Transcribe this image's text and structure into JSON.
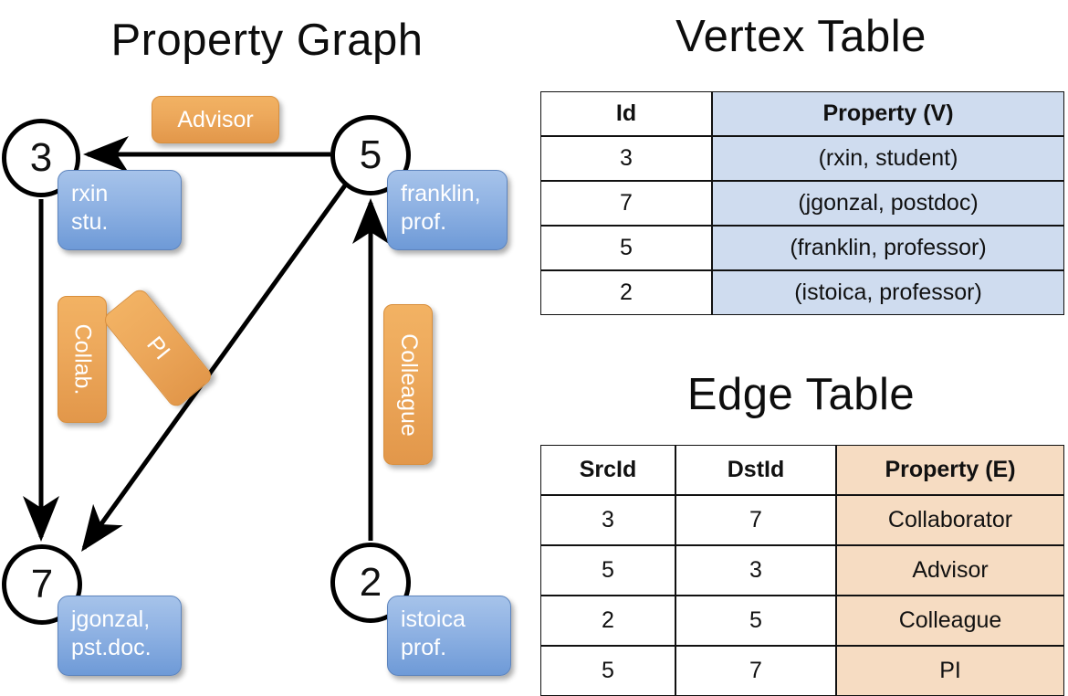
{
  "titles": {
    "property_graph": "Property Graph",
    "vertex_table": "Vertex Table",
    "edge_table": "Edge Table"
  },
  "colors": {
    "vertex_property_fill": "#cfdcef",
    "edge_property_fill": "#f6dcc2",
    "node_box_blue": "#8fb2e3",
    "edge_label_orange": "#eda95c",
    "stroke": "#111111",
    "background": "#ffffff"
  },
  "graph": {
    "nodes": [
      {
        "id": "3",
        "label": "3",
        "property_lines": [
          "rxin",
          "stu."
        ]
      },
      {
        "id": "5",
        "label": "5",
        "property_lines": [
          "franklin,",
          "prof."
        ]
      },
      {
        "id": "7",
        "label": "7",
        "property_lines": [
          "jgonzal,",
          "pst.doc."
        ]
      },
      {
        "id": "2",
        "label": "2",
        "property_lines": [
          "istoica",
          "prof."
        ]
      }
    ],
    "edge_labels": [
      {
        "name": "advisor",
        "text": "Advisor",
        "orientation": "horizontal"
      },
      {
        "name": "collab",
        "text": "Collab.",
        "orientation": "vertical"
      },
      {
        "name": "pi",
        "text": "PI",
        "orientation": "diagonal"
      },
      {
        "name": "colleague",
        "text": "Colleague",
        "orientation": "vertical"
      }
    ],
    "edges": [
      {
        "src": "5",
        "dst": "3",
        "label": "Advisor"
      },
      {
        "src": "3",
        "dst": "7",
        "label": "Collab."
      },
      {
        "src": "5",
        "dst": "7",
        "label": "PI"
      },
      {
        "src": "2",
        "dst": "5",
        "label": "Colleague"
      }
    ]
  },
  "vertex_table": {
    "headers": [
      "Id",
      "Property (V)"
    ],
    "rows": [
      {
        "id": "3",
        "property": "(rxin, student)"
      },
      {
        "id": "7",
        "property": "(jgonzal, postdoc)"
      },
      {
        "id": "5",
        "property": "(franklin, professor)"
      },
      {
        "id": "2",
        "property": "(istoica, professor)"
      }
    ]
  },
  "edge_table": {
    "headers": [
      "SrcId",
      "DstId",
      "Property (E)"
    ],
    "rows": [
      {
        "src": "3",
        "dst": "7",
        "property": "Collaborator"
      },
      {
        "src": "5",
        "dst": "3",
        "property": "Advisor"
      },
      {
        "src": "2",
        "dst": "5",
        "property": "Colleague"
      },
      {
        "src": "5",
        "dst": "7",
        "property": "PI"
      }
    ]
  }
}
